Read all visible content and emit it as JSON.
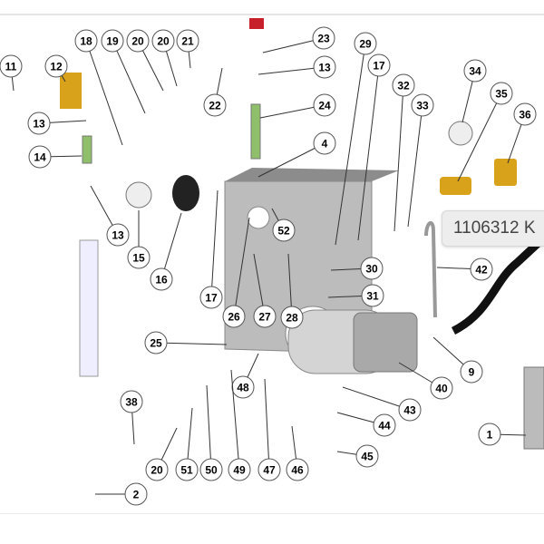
{
  "callouts": [
    "18",
    "19",
    "20",
    "20",
    "21",
    "23",
    "29",
    "11",
    "12",
    "13",
    "17",
    "34",
    "32",
    "35",
    "13",
    "22",
    "24",
    "33",
    "36",
    "14",
    "4",
    "13",
    "15",
    "16",
    "52",
    "17",
    "26",
    "27",
    "28",
    "30",
    "42",
    "31",
    "25",
    "40",
    "48",
    "9",
    "43",
    "44",
    "38",
    "1",
    "45",
    "20",
    "51",
    "50",
    "49",
    "47",
    "46",
    "2"
  ],
  "tooltip": {
    "text": "1106312 K"
  },
  "colors": {
    "brass": "#d9a21b",
    "steel": "#c9c9c9",
    "frame": "#9a9a9a",
    "valve_red": "#c8202a",
    "hose": "#111111",
    "fitting_green": "#8fbf6a"
  }
}
